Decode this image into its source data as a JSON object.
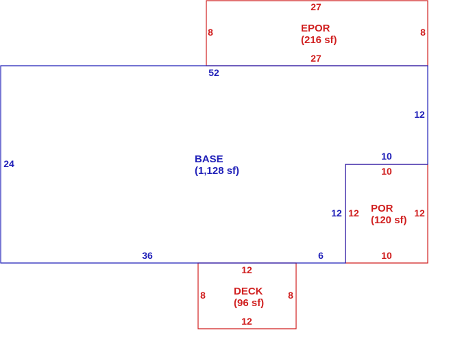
{
  "colors": {
    "base": "#1f1fb8",
    "addition": "#d01f1f",
    "background": "#ffffff"
  },
  "base": {
    "name": "BASE",
    "area": "(1,128 sf)",
    "dims": {
      "top": "52",
      "left": "24",
      "bottom_left": "36",
      "bottom_right": "6",
      "right_upper": "12",
      "step_top": "10",
      "step_side": "12"
    }
  },
  "epor": {
    "name": "EPOR",
    "area": "(216 sf)",
    "dims": {
      "top": "27",
      "bottom": "27",
      "left": "8",
      "right": "8"
    }
  },
  "por": {
    "name": "POR",
    "area": "(120 sf)",
    "dims": {
      "top": "10",
      "bottom": "10",
      "left": "12",
      "right": "12"
    }
  },
  "deck": {
    "name": "DECK",
    "area": "(96 sf)",
    "dims": {
      "top": "12",
      "bottom": "12",
      "left": "8",
      "right": "8"
    }
  }
}
